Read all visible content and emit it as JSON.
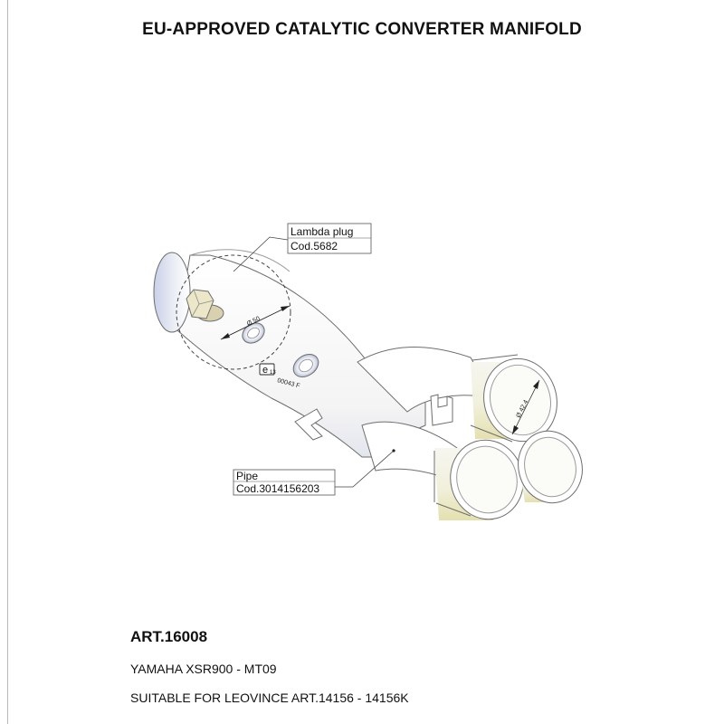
{
  "title": "EU-APPROVED CATALYTIC CONVERTER MANIFOLD",
  "callouts": {
    "lambda": {
      "line1": "Lambda plug",
      "line2": "Cod.5682"
    },
    "pipe": {
      "line1": "Pipe",
      "line2": "Cod.3014156203"
    }
  },
  "dimensions": {
    "inlet": "Ø 50",
    "outlet": "Ø 42.4"
  },
  "approval": {
    "mark": "e",
    "number": "13",
    "code": "00043 F"
  },
  "article": "ART.16008",
  "model": "YAMAHA XSR900 - MT09",
  "suitable": "SUITABLE FOR LEOVINCE ART.14156 - 14156K"
}
